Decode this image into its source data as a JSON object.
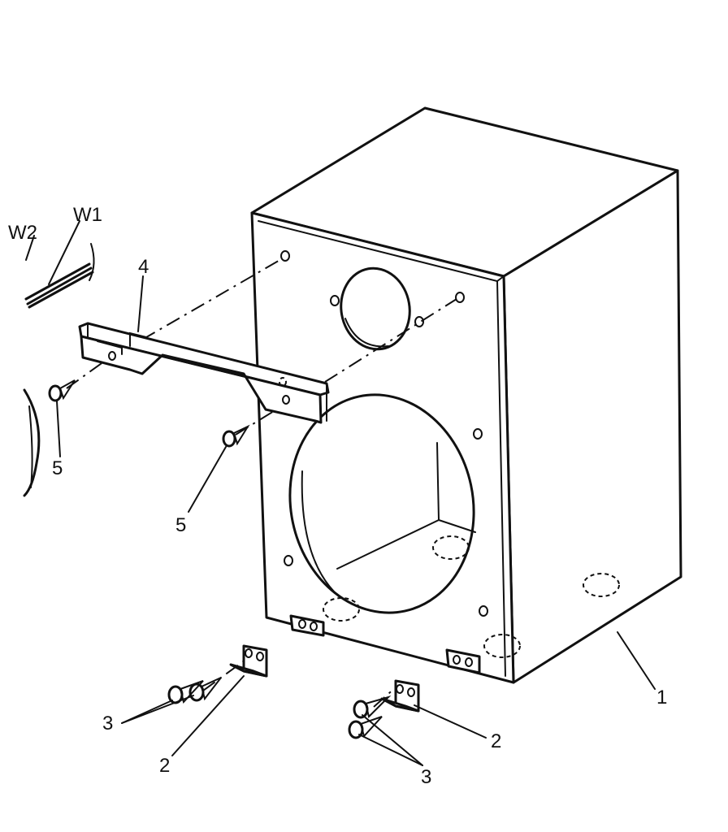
{
  "labels": {
    "cabinet": "1",
    "bracket_left": "2",
    "bracket_right": "2",
    "screws_left": "3",
    "screws_right": "3",
    "baffle_bar": "4",
    "screw_bar_left": "5",
    "screw_bar_right": "5",
    "wire_1": "W1",
    "wire_2": "W2"
  }
}
